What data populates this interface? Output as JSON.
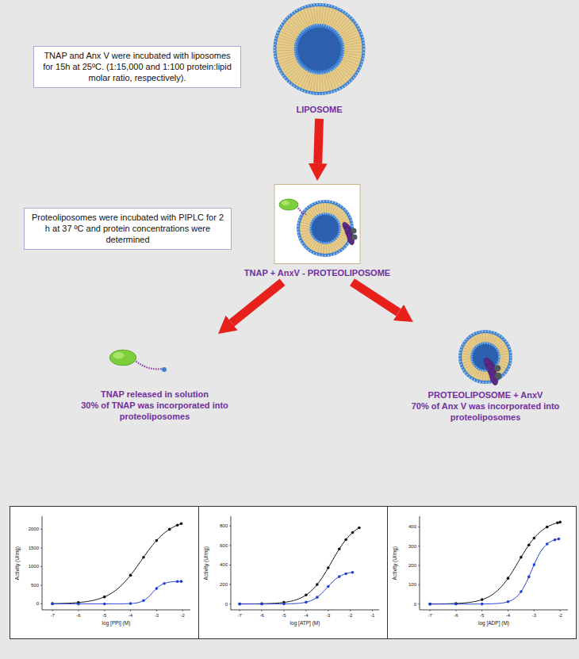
{
  "diagram": {
    "nodes": [
      {
        "text": [
          "TNAP and Anx V were incubated with liposomes for 15h at 25ºC. (1:15,000 and 1:100 protein:lipid molar ratio, respectively)."
        ]
      },
      {
        "text": [
          "LIPOSOME"
        ]
      },
      {
        "text": [
          "Proteoliposomes were incubated with PIPLC for 2 h at 37 ºC and protein concentrations were determined"
        ]
      },
      {
        "text": [
          "TNAP + AnxV - PROTEOLIPOSOME"
        ]
      },
      {
        "text": [
          "TNAP released in solution",
          "30% of TNAP was incorporated into proteoliposomes"
        ]
      },
      {
        "text": [
          "PROTEOLIPOSOME + AnxV",
          "70% of Anx V was incorporated into proteoliposomes"
        ]
      },
      {
        "text": [
          "Activity (U/mg)",
          "log [PPi] (M)",
          "0",
          "500",
          "1000",
          "1500",
          "2000",
          "-7",
          "-6",
          "-5",
          "-4",
          "-3",
          "-2"
        ]
      },
      {
        "text": [
          "Activity (U/mg)",
          "log [ATP] (M)",
          "0",
          "200",
          "400",
          "600",
          "800",
          "-7",
          "-6",
          "-5",
          "-4",
          "-3",
          "-2",
          "-1"
        ]
      },
      {
        "text": [
          "Activity (U/mg)",
          "log [ADP] (M)",
          "0",
          "100",
          "200",
          "300",
          "400",
          "-7",
          "-6",
          "-5",
          "-4",
          "-3",
          "-2"
        ]
      }
    ],
    "edges": [
      {
        "from": 1,
        "to": 3,
        "arrow": "to"
      },
      {
        "from": 3,
        "to": 4,
        "arrow": "to"
      },
      {
        "from": 3,
        "to": 5,
        "arrow": "to"
      }
    ]
  }
}
